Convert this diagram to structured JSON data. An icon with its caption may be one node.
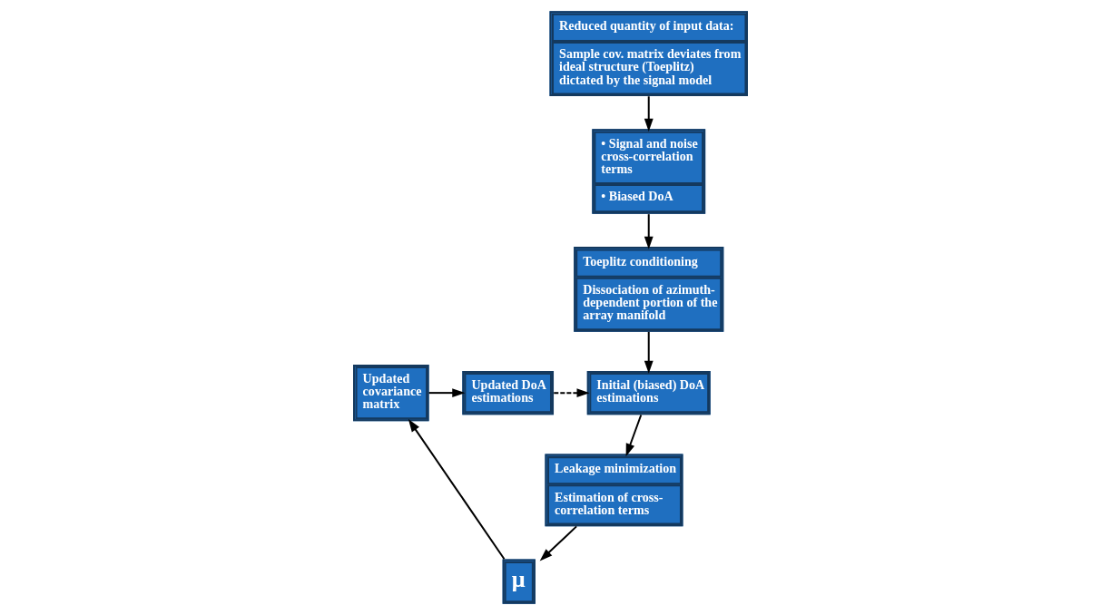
{
  "diagram": {
    "nodes": [
      {
        "text": [
          "Reduced quantity of input data:",
          "Sample cov. matrix deviates from ideal structure (Toeplitz) dictated by the signal model"
        ]
      },
      {
        "text": [
          "• Signal and noise cross-correlation terms",
          "• Biased DoA"
        ]
      },
      {
        "text": [
          "Toeplitz conditioning",
          "Dissociation of azimuth-dependent portion of the array manifold"
        ]
      },
      {
        "text": [
          "Initial (biased) DoA estimations"
        ]
      },
      {
        "text": [
          "Leakage minimization",
          "Estimation of cross-correlation terms"
        ]
      },
      {
        "text": [
          "μ"
        ]
      },
      {
        "text": [
          "Updated covariance matrix"
        ]
      },
      {
        "text": [
          "Updated DoA estimations"
        ]
      }
    ],
    "edges": [
      {
        "from": 0,
        "to": 1,
        "arrow": "to"
      },
      {
        "from": 1,
        "to": 2,
        "arrow": "to"
      },
      {
        "from": 2,
        "to": 3,
        "arrow": "to"
      },
      {
        "from": 3,
        "to": 4,
        "arrow": "to"
      },
      {
        "from": 4,
        "to": 5,
        "arrow": "to"
      },
      {
        "from": 5,
        "to": 6,
        "arrow": "to"
      },
      {
        "from": 6,
        "to": 7,
        "arrow": "to"
      },
      {
        "from": 7,
        "to": 3,
        "arrow": "to",
        "style": "dashed"
      }
    ]
  }
}
